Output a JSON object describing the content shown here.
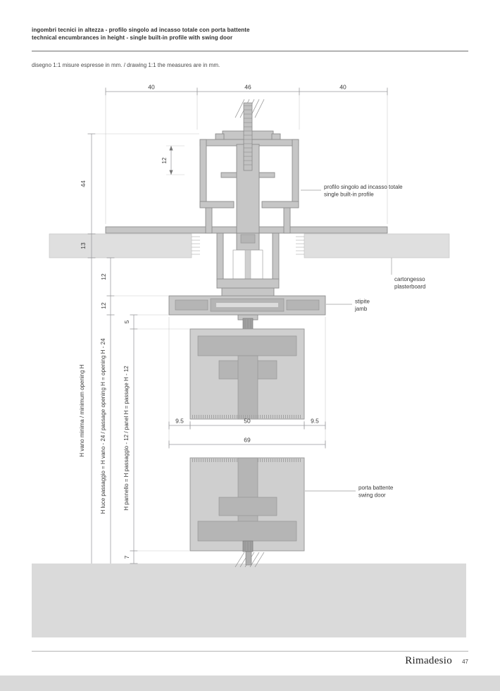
{
  "header": {
    "line1": "ingombri tecnici in altezza - profilo singolo ad incasso totale con porta battente",
    "line2": "technical encumbrances in height - single built-in profile with swing door",
    "note": "disegno 1:1 misure espresse in mm. / drawing 1:1 the measures are in mm."
  },
  "drawing": {
    "dims": {
      "top_left": "40",
      "top_center": "46",
      "top_right": "40",
      "seat": "12",
      "d44": "44",
      "d13": "13",
      "d12a": "12",
      "d12b": "12",
      "d5": "5",
      "d7": "7",
      "left_gap": "9.5",
      "panel_w": "50",
      "right_gap": "9.5",
      "total_w": "69"
    },
    "vlabels": {
      "opening": "H vano minima / minimum opening H",
      "passage": "H luce passaggio = H vano - 24 / passage opening H = opening H - 24",
      "panel": "H pannello = H passaggio - 12 / panel H = passage H - 12"
    },
    "callouts": {
      "profile_it": "profilo singolo ad incasso totale",
      "profile_en": "single built-in profile",
      "plasterboard_it": "cartongesso",
      "plasterboard_en": "plasterboard",
      "jamb_it": "stipite",
      "jamb_en": "jamb",
      "door_it": "porta battente",
      "door_en": "swing door"
    },
    "colors": {
      "profile_fill": "#c6c6c6",
      "plasterboard_fill": "#dfdfdf",
      "floor_fill": "#dadada",
      "line": "#98989b"
    }
  },
  "footer": {
    "brand": "Rimadesio",
    "page": "47"
  }
}
